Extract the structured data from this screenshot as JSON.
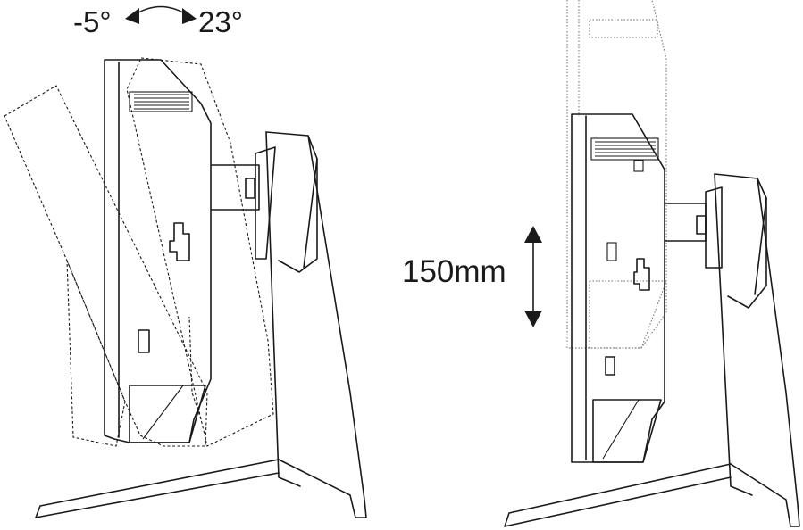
{
  "tilt": {
    "min_label": "-5°",
    "max_label": "23°"
  },
  "height": {
    "label": "150mm"
  },
  "colors": {
    "line": "#1a1a1a",
    "background": "#ffffff"
  }
}
